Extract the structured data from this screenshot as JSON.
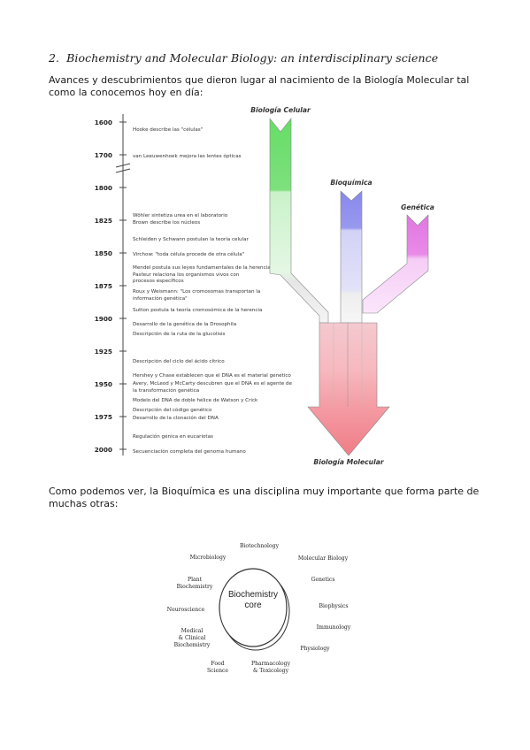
{
  "heading": {
    "number": "2.",
    "title": "Biochemistry and Molecular Biology: an interdisciplinary science"
  },
  "intro_text": "Avances y descubrimientos que dieron lugar al nacimiento de la Biología Molecular tal como la conocemos hoy en día:",
  "timeline": {
    "streams": {
      "cellular": "Biología Celular",
      "biochem": "Bioquímica",
      "genetics": "Genética",
      "molecular": "Biología Molecular"
    },
    "years": [
      "1600",
      "1700",
      "1800",
      "1825",
      "1850",
      "1875",
      "1900",
      "1925",
      "1950",
      "1975",
      "2000"
    ],
    "events": [
      "Hooke describe las \"células\"",
      "van Leeuwenhoek mejora las lentes ópticas",
      "Wöhler sintetiza urea en el laboratorio",
      "Brown describe los núcleos",
      "Schleiden y Schwann postulan la teoría celular",
      "Virchow: \"toda célula procede de otra célula\"",
      "Mendel postula sus leyes fundamentales de la herencia",
      "Pasteur relaciona los organismos vivos con",
      "procesos específicos",
      "Roux y Weismann: \"Los cromosomas transportan la",
      "información genética\"",
      "Sutton postula la teoría cromosómica de la herencia",
      "Desarrollo de la genética de la Drosophila",
      "Descripción de la ruta de la glucolisis",
      "Descripción del ciclo del ácido cítrico",
      "Hershey y Chase establecen que el DNA es el material genético",
      "Avery, McLeod y McCarty descubren que el DNA es el agente de",
      "la transformación genética",
      "Modelo del DNA de doble hélice de Watson y Crick",
      "Descripción del código genético",
      "Desarrollo de la clonación del DNA",
      "Regulación génica en eucariotas",
      "Secuenciación completa del genoma humano"
    ]
  },
  "followup_text": "Como podemos ver, la Bioquímica es una disciplina muy importante que forma parte de muchas otras:",
  "core_diagram": {
    "center_line1": "Biochemistry",
    "center_line2": "core",
    "disciplines": {
      "biotechnology": "Biotechnology",
      "microbiology": "Microbiology",
      "molecular_biology": "Molecular Biology",
      "plant1": "Plant",
      "plant2": "Biochemistry",
      "genetics": "Genetics",
      "neuroscience": "Neuroscience",
      "biophysics": "Biophysics",
      "immunology": "Immunology",
      "medical1": "Medical",
      "medical2": "& Clinical",
      "medical3": "Biochemistry",
      "physiology": "Physiology",
      "food1": "Food",
      "food2": "Science",
      "pharm1": "Pharmacology",
      "pharm2": "& Toxicology"
    }
  }
}
